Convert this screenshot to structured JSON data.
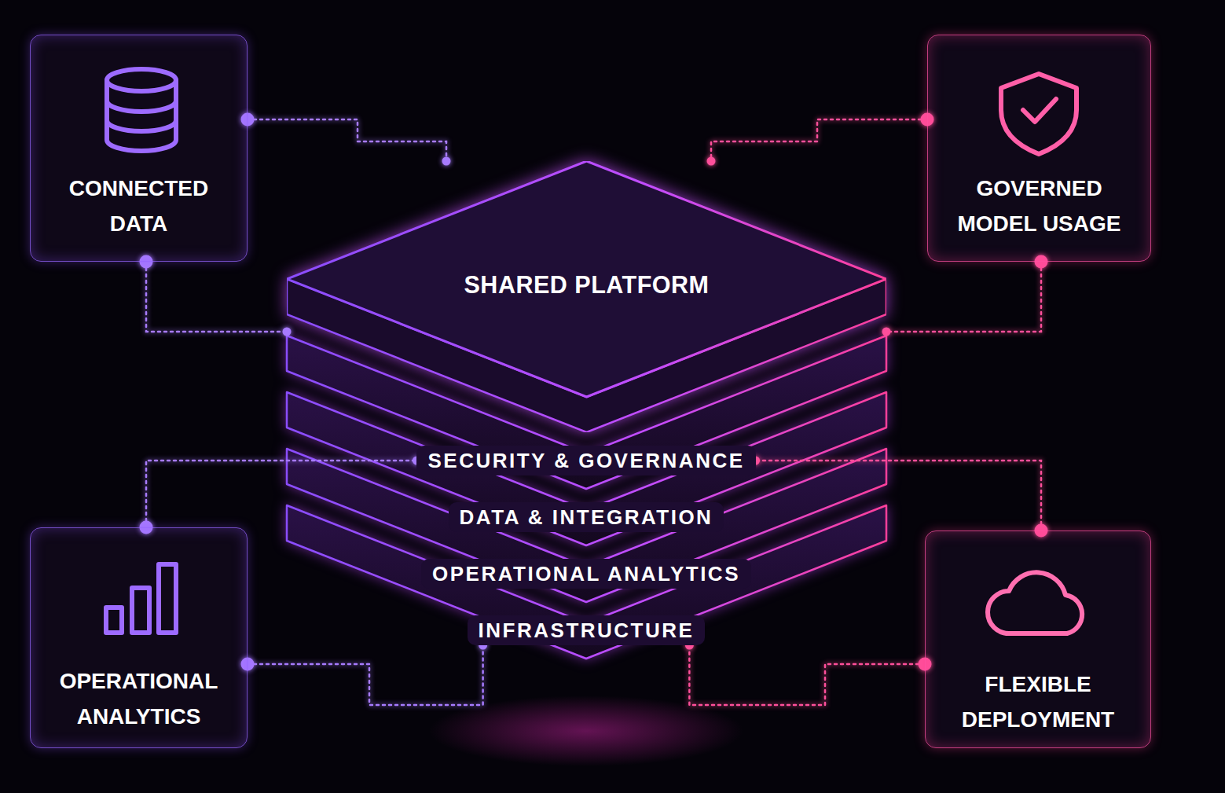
{
  "diagram": {
    "nodes": [
      {
        "text": [
          "CONNECTED DATA"
        ]
      },
      {
        "text": [
          "GOVERNED MODEL USAGE"
        ]
      },
      {
        "text": [
          "SHARED PLATFORM"
        ]
      },
      {
        "text": [
          "SECURITY & GOVERNANCE"
        ]
      },
      {
        "text": [
          "DATA & INTEGRATION"
        ]
      },
      {
        "text": [
          "OPERATIONAL ANALYTICS"
        ]
      },
      {
        "text": [
          "INFRASTRUCTURE"
        ]
      },
      {
        "text": [
          "OPERATIONAL ANALYTICS"
        ]
      },
      {
        "text": [
          "FLEXIBLE DEPLOYMENT"
        ]
      }
    ],
    "edges": [
      {
        "from": 0,
        "to": 2,
        "arrow": "none"
      },
      {
        "from": 0,
        "to": 2,
        "arrow": "none"
      },
      {
        "from": 1,
        "to": 2,
        "arrow": "none"
      },
      {
        "from": 1,
        "to": 2,
        "arrow": "none"
      },
      {
        "from": 7,
        "to": 3,
        "arrow": "none"
      },
      {
        "from": 7,
        "to": 6,
        "arrow": "none"
      },
      {
        "from": 8,
        "to": 3,
        "arrow": "none"
      },
      {
        "from": 8,
        "to": 6,
        "arrow": "none"
      }
    ]
  }
}
